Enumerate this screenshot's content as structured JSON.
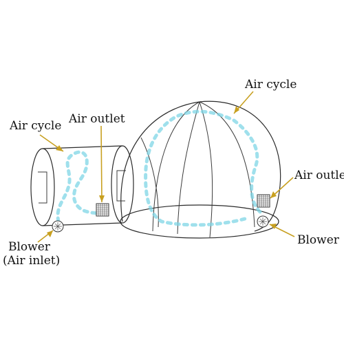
{
  "labels": {
    "air_cycle_top": "Air cycle",
    "air_cycle_left": "Air cycle",
    "air_outlet_left": "Air outlet",
    "air_outlet_right": "Air outlet",
    "blower_right": "Blower",
    "blower_left_line1": "Blower",
    "blower_left_line2": "(Air inlet)"
  },
  "colors": {
    "leader": "#c8a020",
    "airflow": "#7fd6e6",
    "outline": "#2a2a2a"
  },
  "icons": {
    "outlet": "grille-icon",
    "blower": "fan-icon"
  }
}
